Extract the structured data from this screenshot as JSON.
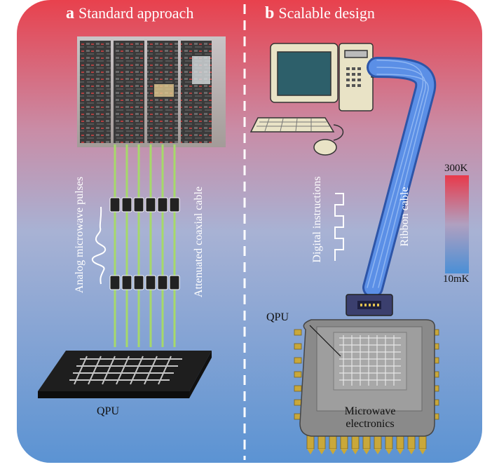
{
  "panel_a": {
    "letter": "a",
    "title": "Standard approach",
    "pulse_label": "Analog microwave pulses",
    "cable_label": "Attenuated coaxial cable",
    "qpu_label": "QPU"
  },
  "panel_b": {
    "letter": "b",
    "title": "Scalable design",
    "instructions_label": "Digital instructions",
    "ribbon_label": "Ribbon cable",
    "qpu_label": "QPU",
    "electronics_label_line1": "Microwave",
    "electronics_label_line2": "electronics"
  },
  "temperature_scale": {
    "top_label": "300K",
    "bottom_label": "10mK",
    "hot_color": "#e8394a",
    "cold_color": "#4a8fd6"
  },
  "colors": {
    "background_top": "#e8414d",
    "background_bottom": "#5b93d3",
    "coax_line": "#a6d96a",
    "ribbon": "#4b7fd6",
    "chip_gray": "#8a8a8a"
  }
}
